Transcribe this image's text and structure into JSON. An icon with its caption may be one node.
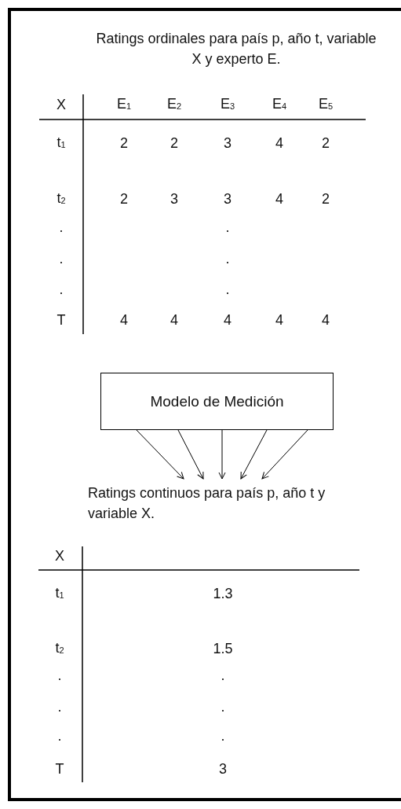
{
  "diagram": {
    "nodes": [
      {
        "text": [
          "Modelo de Medición"
        ]
      },
      {
        "text": [
          "Ratings continuos para país p, año t y variable X."
        ]
      }
    ],
    "edges": [
      {
        "from": 0,
        "to": 1,
        "arrow": "to"
      },
      {
        "from": 0,
        "to": 1,
        "arrow": "to"
      },
      {
        "from": 0,
        "to": 1,
        "arrow": "to"
      },
      {
        "from": 0,
        "to": 1,
        "arrow": "to"
      },
      {
        "from": 0,
        "to": 1,
        "arrow": "to"
      }
    ],
    "labels": [
      "Ratings ordinales para país p, año t, variable X y experto E.",
      "X",
      "E$_{1}$",
      "E$_{2}$",
      "E$_{3}$",
      "E$_{4}$",
      "E$_{5}$",
      "t$_{1}$",
      "2",
      "2",
      "3",
      "4",
      "2",
      "t$_{2}$",
      "2",
      "3",
      "3",
      "4",
      "2",
      "·",
      "·",
      "·",
      "·",
      "·",
      "·",
      "T",
      "4",
      "4",
      "4",
      "4",
      "4",
      "X",
      "t$_{1}$",
      "1.3",
      "t$_{2}$",
      "1.5",
      "·",
      "·",
      "·",
      "·",
      "·",
      "·",
      "T",
      "3"
    ]
  }
}
